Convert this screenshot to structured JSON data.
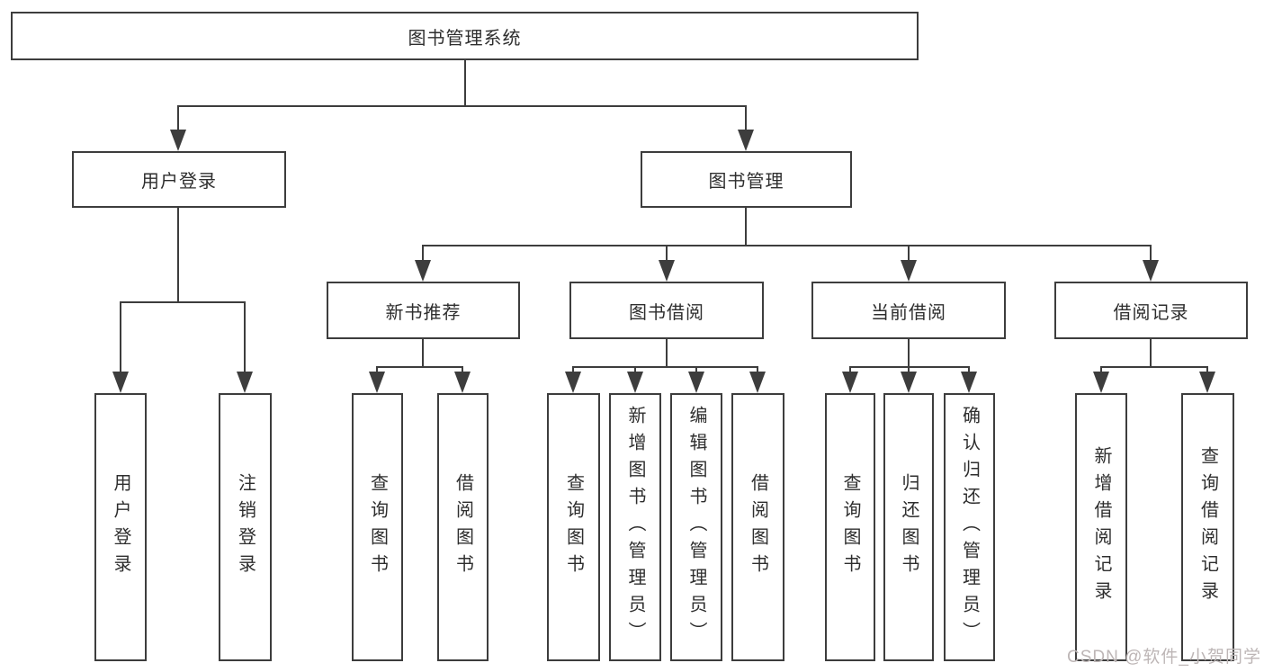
{
  "diagram": {
    "root": {
      "label": "图书管理系统",
      "children": [
        {
          "label": "用户登录",
          "children": [
            {
              "label": "用户登录"
            },
            {
              "label": "注销登录"
            }
          ]
        },
        {
          "label": "图书管理",
          "children": [
            {
              "label": "新书推荐",
              "children": [
                {
                  "label": "查询图书"
                },
                {
                  "label": "借阅图书"
                }
              ]
            },
            {
              "label": "图书借阅",
              "children": [
                {
                  "label": "查询图书"
                },
                {
                  "label": "新增图书（管理员）"
                },
                {
                  "label": "编辑图书（管理员）"
                },
                {
                  "label": "借阅图书"
                }
              ]
            },
            {
              "label": "当前借阅",
              "children": [
                {
                  "label": "查询图书"
                },
                {
                  "label": "归还图书"
                },
                {
                  "label": "确认归还（管理员）"
                }
              ]
            },
            {
              "label": "借阅记录",
              "children": [
                {
                  "label": "新增借阅记录"
                },
                {
                  "label": "查询借阅记录"
                }
              ]
            }
          ]
        }
      ]
    }
  },
  "watermark": {
    "text": "CSDN @软件_小贺同学"
  },
  "colors": {
    "line": "#3d3d3d",
    "text": "#2e2e2e",
    "watermark": "#bdb6b6",
    "background": "#ffffff"
  }
}
